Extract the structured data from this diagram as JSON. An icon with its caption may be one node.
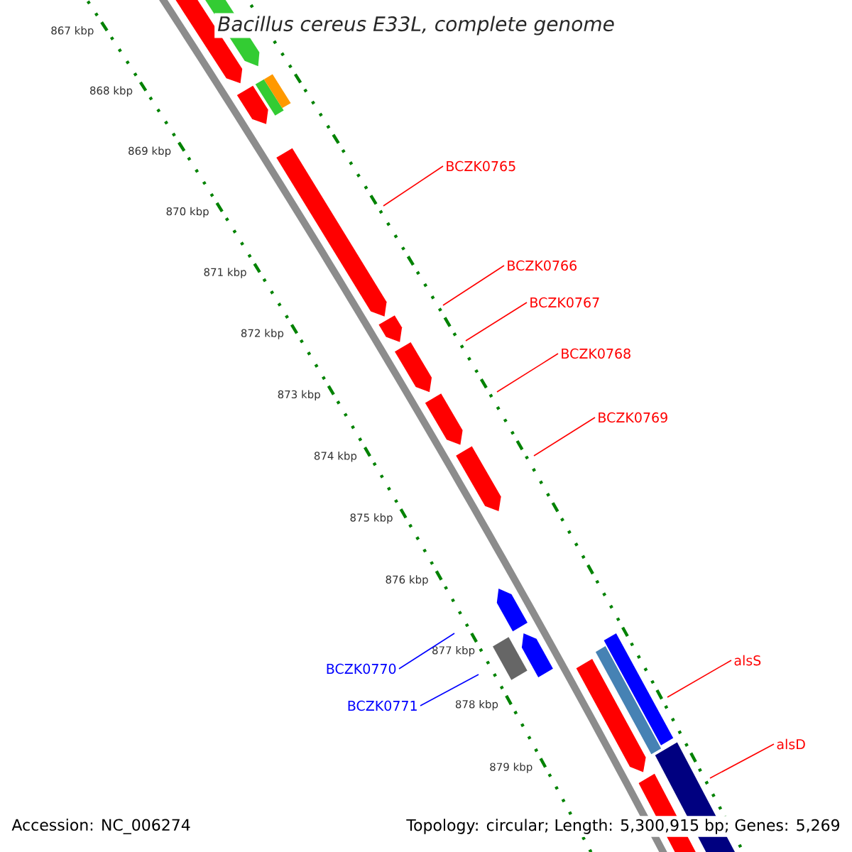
{
  "diagram": {
    "title": "Bacillus cereus E33L, complete genome",
    "nodes": [
      {
        "text": [
          "BCZK0765"
        ]
      },
      {
        "text": [
          "BCZK0766"
        ]
      },
      {
        "text": [
          "BCZK0767"
        ]
      },
      {
        "text": [
          "BCZK0768"
        ]
      },
      {
        "text": [
          "BCZK0769"
        ]
      },
      {
        "text": [
          "alsS"
        ]
      },
      {
        "text": [
          "BCZK0770"
        ]
      },
      {
        "text": [
          "BCZK0771"
        ]
      },
      {
        "text": [
          "alsD"
        ]
      }
    ],
    "edges": [
      {
        "from": 0,
        "to": null,
        "arrow": "none"
      },
      {
        "from": 1,
        "to": null,
        "arrow": "none"
      },
      {
        "from": 2,
        "to": null,
        "arrow": "none"
      },
      {
        "from": 3,
        "to": null,
        "arrow": "none"
      },
      {
        "from": 4,
        "to": null,
        "arrow": "none"
      },
      {
        "from": 5,
        "to": null,
        "arrow": "none"
      },
      {
        "from": 6,
        "to": null,
        "arrow": "none",
        "color": "#0000ff"
      },
      {
        "from": 7,
        "to": null,
        "arrow": "none",
        "color": "#0000ff"
      },
      {
        "from": 8,
        "to": null,
        "arrow": "none"
      }
    ],
    "labels": [
      "867 kbp",
      "868 kbp",
      "869 kbp",
      "870 kbp",
      "871 kbp",
      "872 kbp",
      "873 kbp",
      "874 kbp",
      "875 kbp",
      "876 kbp",
      "877 kbp",
      "878 kbp",
      "879 kbp",
      "Accession: NC_006274",
      "Topology: circular; Length: 5,300,915 bp; Genes: 5,269"
    ]
  }
}
